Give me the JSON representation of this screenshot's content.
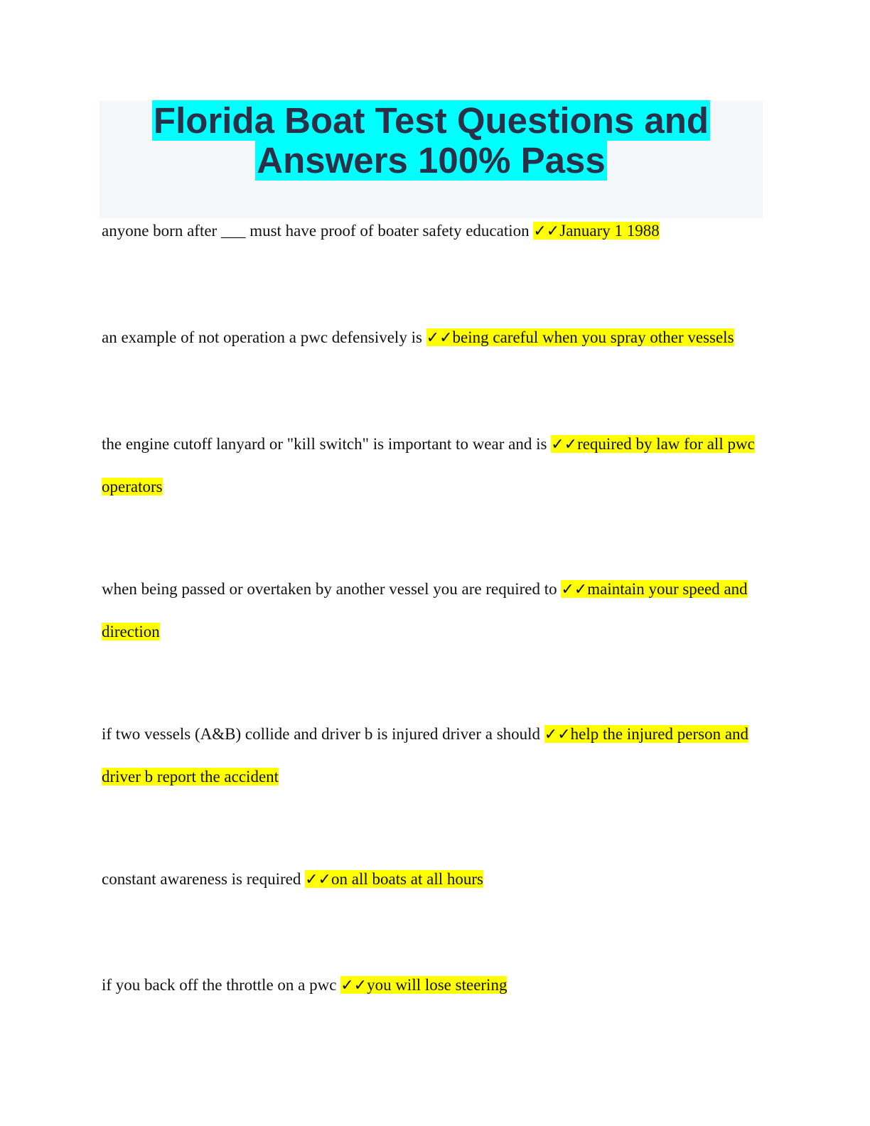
{
  "title": {
    "line1": "Florida Boat Test Questions and",
    "line2": "Answers 100% Pass"
  },
  "check_mark": "✓✓",
  "qa": [
    {
      "question": "anyone born after ___ must have proof of boater safety education",
      "answer": "January 1 1988"
    },
    {
      "question": "an example of not operation a pwc defensively is",
      "answer": "being careful when you spray other vessels"
    },
    {
      "question": "the engine cutoff lanyard or \"kill switch\" is important to wear and is",
      "answer": "required by law for all pwc operators"
    },
    {
      "question": "when being passed or overtaken by another vessel you are required to",
      "answer": "maintain your speed and direction"
    },
    {
      "question": "if two vessels (A&B) collide and driver b is injured driver a should",
      "answer": "help the injured person and driver b report the accident"
    },
    {
      "question": "constant awareness is required",
      "answer": "on all boats at all hours"
    },
    {
      "question": "if you back off the throttle on a pwc",
      "answer": "you will lose steering"
    }
  ]
}
